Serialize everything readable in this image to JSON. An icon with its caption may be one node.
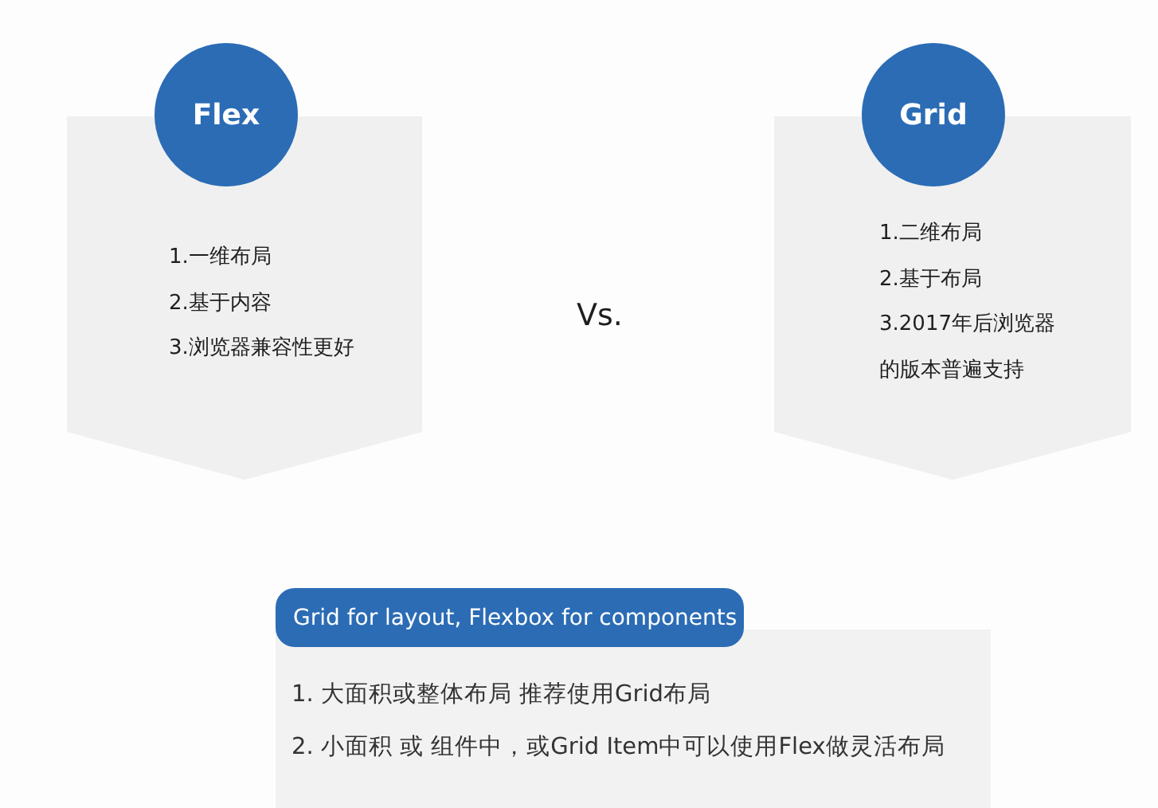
{
  "diagram": {
    "nodes": [
      {
        "text": [
          "Flex"
        ]
      },
      {
        "text": [
          "1.一维布局",
          "2.基于内容",
          "3.浏览器兼容性更好"
        ]
      },
      {
        "text": [
          "Grid"
        ]
      },
      {
        "text": [
          "1.二维布局",
          "2.基于布局",
          "3.2017年后浏览器的版本普遍支持"
        ]
      },
      {
        "text": [
          "Grid for layout, Flexbox for components"
        ]
      },
      {
        "text": [
          "1. 大面积或整体布局 推荐使用Grid布局",
          "2. 小面积 或 组件中，或Grid Item中可以使用Flex做灵活布局"
        ]
      }
    ],
    "labels": [
      "Vs."
    ]
  }
}
